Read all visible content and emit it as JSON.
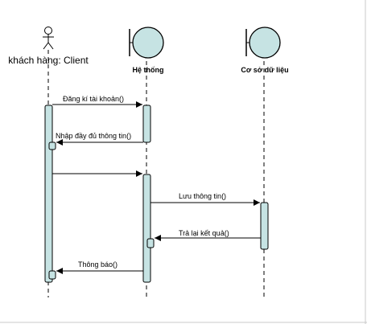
{
  "diagram": {
    "type": "uml-sequence",
    "colors": {
      "background": "#ffffff",
      "activation_fill": "#c6e3e3",
      "boundary_fill": "#c6e3e3",
      "line": "#000000",
      "frame_border": "#c8c8c8"
    },
    "participants": [
      {
        "id": "client",
        "kind": "actor",
        "icon": "actor-icon",
        "label": "khách hàng: Client"
      },
      {
        "id": "system",
        "kind": "boundary",
        "icon": "boundary-icon",
        "label": "Hệ thống"
      },
      {
        "id": "db",
        "kind": "boundary",
        "icon": "boundary-icon",
        "label": "Cơ sở dữ liệu"
      }
    ],
    "messages": [
      {
        "from": "client",
        "to": "system",
        "label": "Đăng kí tài khoản()"
      },
      {
        "from": "system",
        "to": "client",
        "label": "Nhập đầy đủ thông tin()"
      },
      {
        "from": "client",
        "to": "system",
        "label": ""
      },
      {
        "from": "system",
        "to": "db",
        "label": "Lưu thông tin()"
      },
      {
        "from": "db",
        "to": "system",
        "label": "Trả lại kết quả()"
      },
      {
        "from": "system",
        "to": "client",
        "label": "Thông báo()"
      }
    ]
  }
}
